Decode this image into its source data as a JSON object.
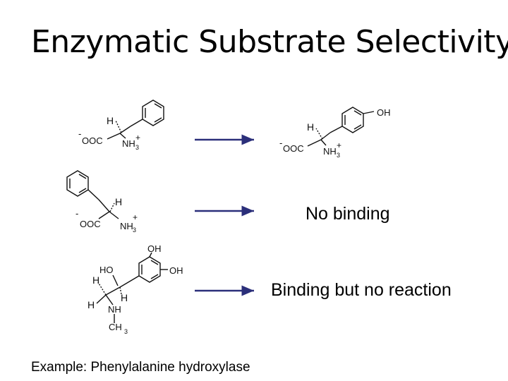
{
  "title": "Enzymatic Substrate Selectivity",
  "rows": [
    {
      "result": ""
    },
    {
      "result": "No binding"
    },
    {
      "result": "Binding but no reaction"
    }
  ],
  "example": "Example: Phenylalanine hydroxylase",
  "labels": {
    "h": "H",
    "carboxylate": "OOC",
    "minus": "-",
    "plus": "+",
    "amine_n": "NH",
    "sub3": "3",
    "oh": "OH",
    "ho": "HO",
    "nh": "NH",
    "ch3": "CH"
  },
  "colors": {
    "arrow": "#2b2f7a"
  }
}
